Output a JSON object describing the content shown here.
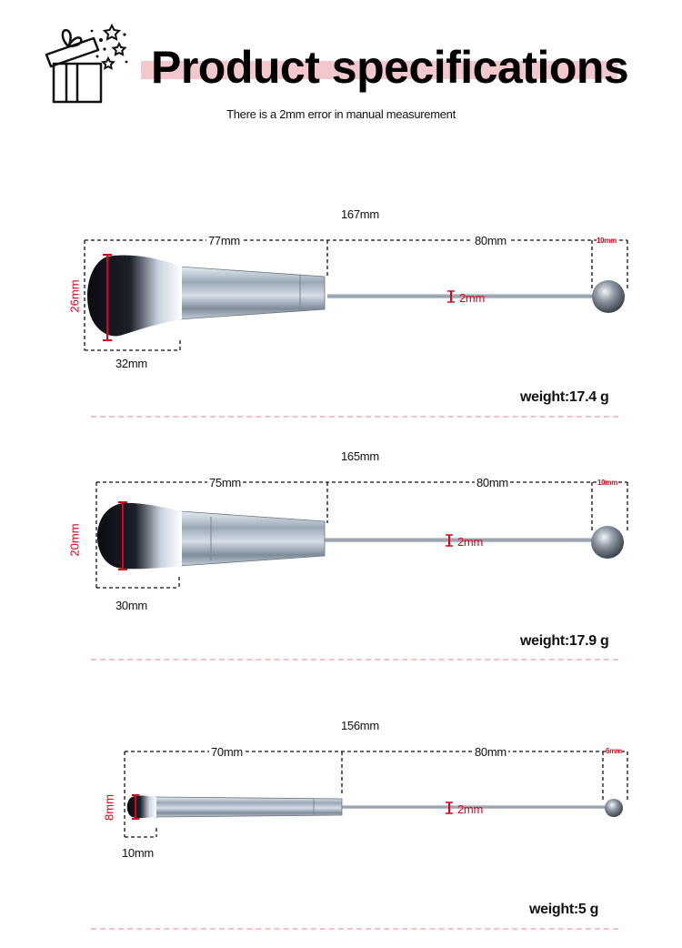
{
  "header": {
    "title": "Product specifications",
    "subtitle": "There is a 2mm error in manual measurement"
  },
  "products": [
    {
      "total_length": "167mm",
      "head_length": "77mm",
      "handle_length": "80mm",
      "ball_size": "10mm",
      "bristle_height": "26mm",
      "bristle_width": "32mm",
      "rod_diameter": "2mm",
      "weight_label": "weight",
      "weight_value": "17.4 g"
    },
    {
      "total_length": "165mm",
      "head_length": "75mm",
      "handle_length": "80mm",
      "ball_size": "10mm",
      "bristle_height": "20mm",
      "bristle_width": "30mm",
      "rod_diameter": "2mm",
      "weight_label": "weight",
      "weight_value": "17.9 g"
    },
    {
      "total_length": "156mm",
      "head_length": "70mm",
      "handle_length": "80mm",
      "ball_size": "6mm",
      "bristle_height": "8mm",
      "bristle_width": "10mm",
      "rod_diameter": "2mm",
      "weight_label": "weight",
      "weight_value": "5 g"
    }
  ],
  "colors": {
    "accent": "#f2c8cc",
    "dimension_red": "#e0001a",
    "separator": "#f2c2c6"
  },
  "icons": [
    "gift-box-icon"
  ]
}
